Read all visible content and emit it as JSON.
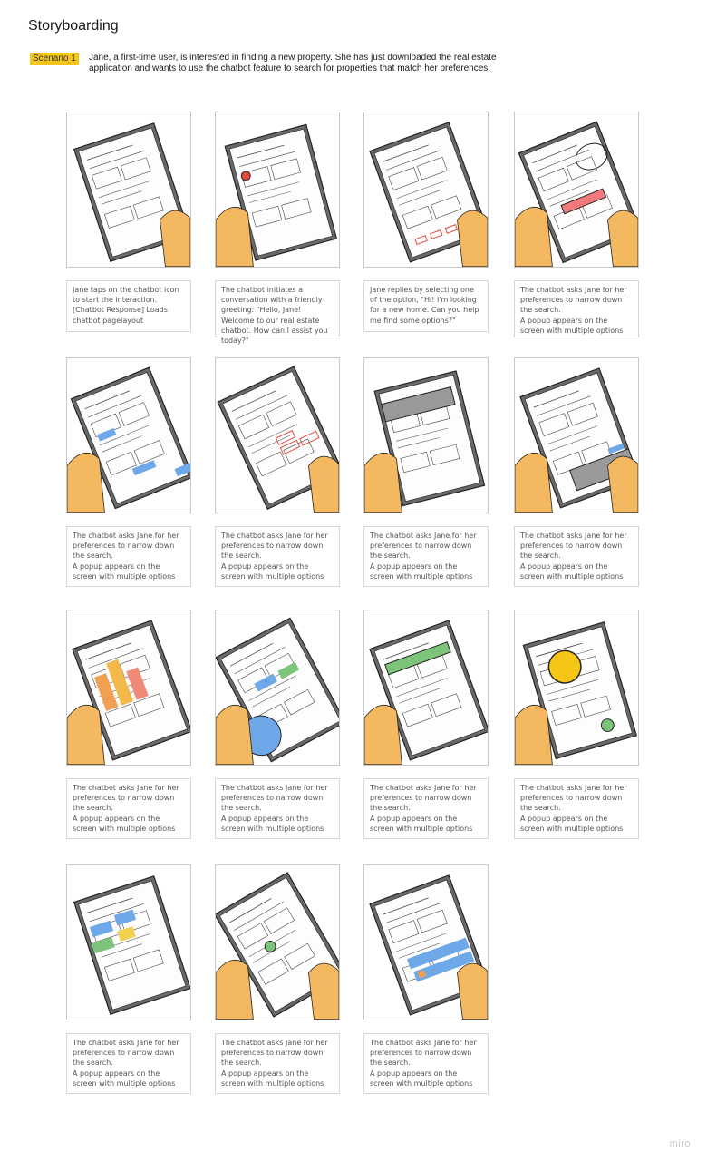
{
  "page": {
    "title": "Storyboarding"
  },
  "scenario": {
    "tag": "Scenario 1",
    "text": "Jane, a first-time user, is interested in finding a new property. She has just downloaded the real estate application and wants to use the chatbot feature to search for properties that match her preferences."
  },
  "frames": [
    {
      "caption": [
        "Jane taps on the chatbot icon to start the interaction.",
        "[Chatbot Response] Loads chatbot pagelayout"
      ]
    },
    {
      "caption": [
        "The chatbot initiates a conversation with a friendly greeting: \"Hello, Jane! Welcome to our real estate chatbot. How can I assist you today?\""
      ]
    },
    {
      "caption": [
        "Jane replies by selecting one of the option, \"Hi! I'm looking for a new home. Can you help me find some options?\""
      ]
    },
    {
      "caption": [
        "The chatbot asks Jane for her preferences to narrow down the search.",
        "A popup appears on the screen with multiple options"
      ]
    },
    {
      "caption": [
        "The chatbot asks Jane for her preferences to narrow down the search.",
        "A popup appears on the screen with multiple options"
      ]
    },
    {
      "caption": [
        "The chatbot asks Jane for her preferences to narrow down the search.",
        "A popup appears on the screen with multiple options"
      ]
    },
    {
      "caption": [
        "The chatbot asks Jane for her preferences to narrow down the search.",
        "A popup appears on the screen with multiple options"
      ]
    },
    {
      "caption": [
        "The chatbot asks Jane for her preferences to narrow down the search.",
        "A popup appears on the screen with multiple options"
      ]
    },
    {
      "caption": [
        "The chatbot asks Jane for her preferences to narrow down the search.",
        "A popup appears on the screen with multiple options"
      ]
    },
    {
      "caption": [
        "The chatbot asks Jane for her preferences to narrow down the search.",
        "A popup appears on the screen with multiple options"
      ]
    },
    {
      "caption": [
        "The chatbot asks Jane for her preferences to narrow down the search.",
        "A popup appears on the screen with multiple options"
      ]
    },
    {
      "caption": [
        "The chatbot asks Jane for her preferences to narrow down the search.",
        "A popup appears on the screen with multiple options"
      ]
    },
    {
      "caption": [
        "The chatbot asks Jane for her preferences to narrow down the search.",
        "A popup appears on the screen with multiple options"
      ]
    },
    {
      "caption": [
        "The chatbot asks Jane for her preferences to narrow down the search.",
        "A popup appears on the screen with multiple options"
      ]
    },
    {
      "caption": [
        "The chatbot asks Jane for her preferences to narrow down the search.",
        "A popup appears on the screen with multiple options"
      ]
    }
  ],
  "watermark": "miro",
  "colors": {
    "tag": "#f5c518",
    "skin": "#f4b860",
    "accent_red": "#e04a3a",
    "accent_blue": "#6fa8e8",
    "accent_green": "#7cc47a",
    "accent_orange": "#f0a050"
  }
}
